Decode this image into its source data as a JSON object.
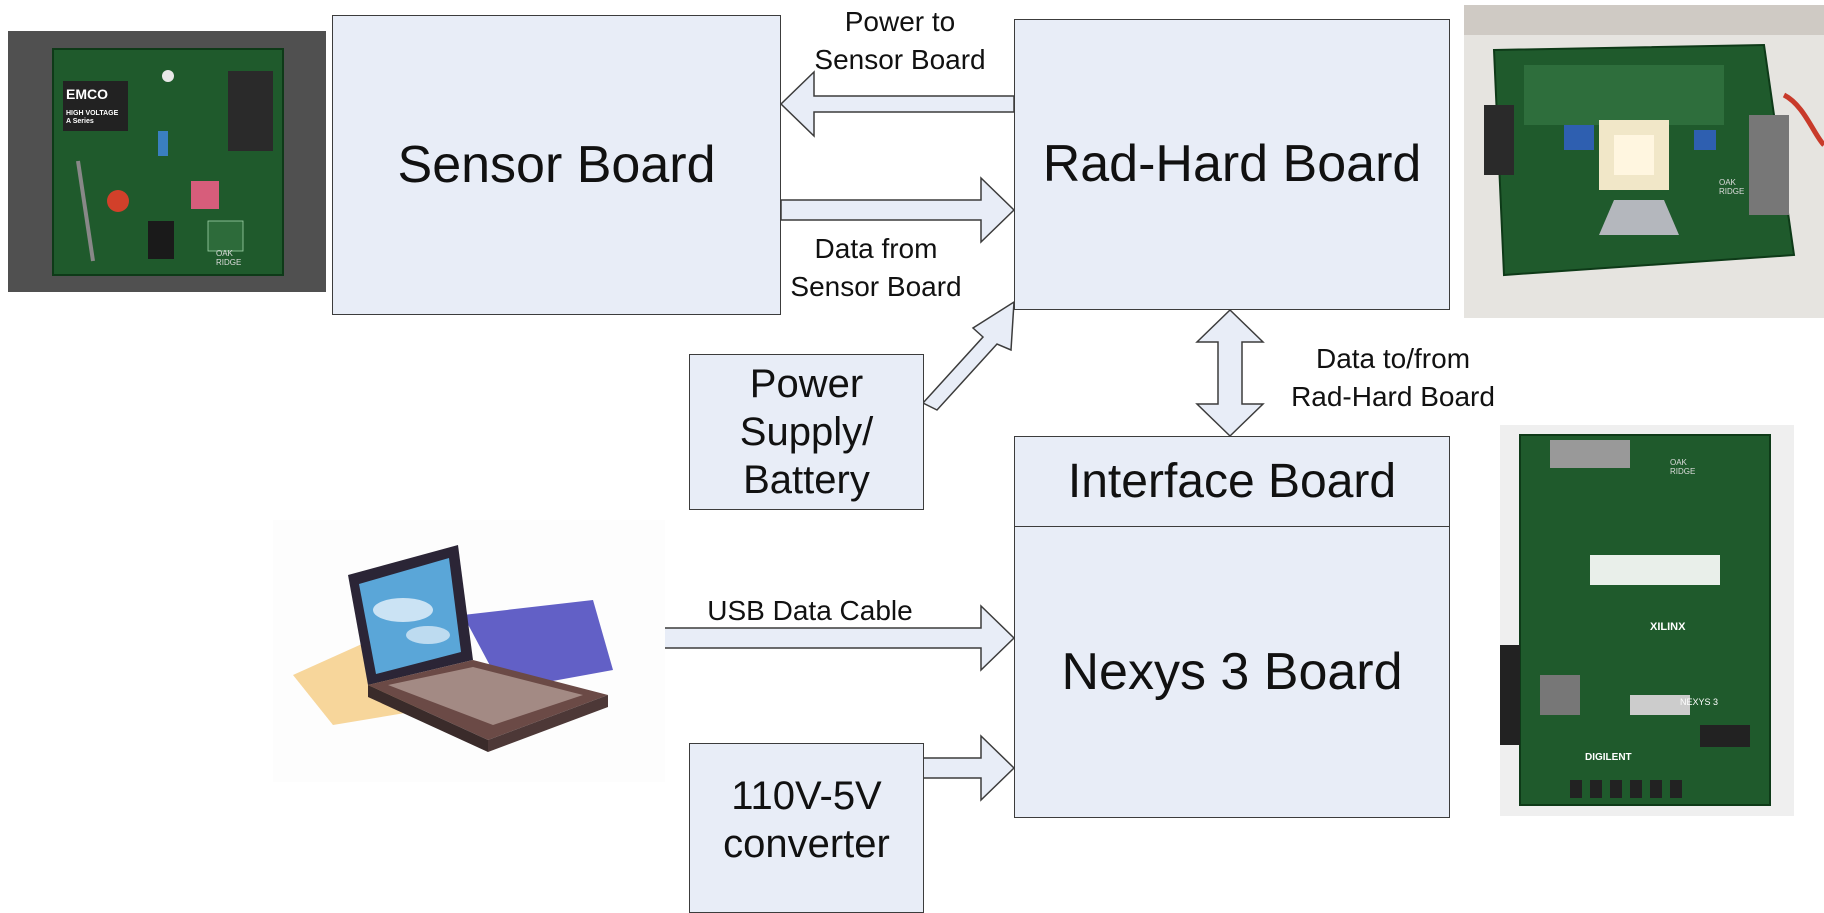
{
  "boxes": {
    "sensor_board": "Sensor Board",
    "rad_hard_board": "Rad-Hard Board",
    "power_supply": "Power\nSupply/\nBattery",
    "interface_board": "Interface Board",
    "nexys3_board": "Nexys 3 Board",
    "converter": "110V-5V\nconverter"
  },
  "labels": {
    "power_to_sensor": "Power to\nSensor Board",
    "data_from_sensor": "Data from\nSensor Board",
    "data_to_from_radhard": "Data to/from\nRad-Hard Board",
    "usb_cable": "USB Data Cable"
  },
  "photos": {
    "sensor_board_photo": {
      "text1": "EMCO",
      "text2": "HIGH VOLTAGE\nA Series",
      "text3": "OAK\nRIDGE"
    },
    "rad_hard_photo": {
      "text1": "OAK\nRIDGE"
    },
    "nexys_photo": {
      "text1": "OAK\nRIDGE",
      "text2": "XILINX",
      "text3": "DIGILENT",
      "text4": "NEXYS 3"
    }
  },
  "colors": {
    "box_fill": "#e8edf7",
    "box_border": "#3c3c3c",
    "pcb_green": "#1f5a2c"
  }
}
